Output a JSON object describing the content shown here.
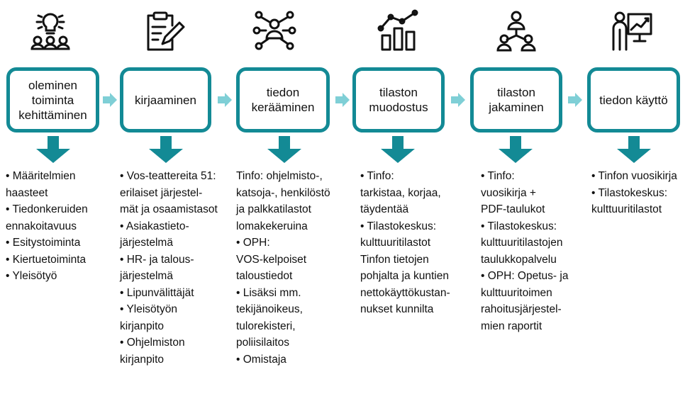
{
  "colors": {
    "accent": "#138a95",
    "arrow_light": "#7fcfd6",
    "icon_stroke": "#111111"
  },
  "steps": [
    {
      "icon": "lightbulb-people-icon",
      "label": "oleminen\ntoiminta\nkehittäminen",
      "items": [
        "• Määritelmien",
        "haasteet",
        "• Tiedonkeruiden",
        "ennakoitavuus",
        "• Esitystoiminta",
        "• Kiertuetoiminta",
        "• Yleisötyö"
      ]
    },
    {
      "icon": "clipboard-pen-icon",
      "label": "kirjaaminen",
      "items": [
        "• Vos-teattereita 51:",
        "erilaiset järjestel-",
        "mät ja osaamistasot",
        "• Asiakastieto-",
        "järjestelmä",
        "• HR- ja talous-",
        "järjestelmä",
        "• Lipunvälittäjät",
        "• Yleisötyön",
        "kirjanpito",
        "• Ohjelmiston",
        "kirjanpito"
      ]
    },
    {
      "icon": "network-person-icon",
      "label": "tiedon\nkerääminen",
      "items": [
        "Tinfo: ohjelmisto-,",
        "katsoja-, henkilöstö",
        "ja palkkatilastot",
        "lomakekeruina",
        "• OPH:",
        "VOS-kelpoiset",
        "taloustiedot",
        "• Lisäksi mm.",
        "tekijänoikeus,",
        "tulorekisteri,",
        "poliisilaitos",
        "• Omistaja"
      ]
    },
    {
      "icon": "chart-trend-icon",
      "label": "tilaston\nmuodostus",
      "items": [
        "• Tinfo:",
        "tarkistaa, korjaa,",
        "täydentää",
        "• Tilastokeskus:",
        "kulttuuritilastot",
        "Tinfon tietojen",
        "pohjalta ja kuntien",
        "nettokäyttökustan-",
        "nukset kunnilta"
      ]
    },
    {
      "icon": "people-hierarchy-icon",
      "label": "tilaston\njakaminen",
      "items": [
        "• Tinfo:",
        "vuosikirja +",
        "PDF-taulukot",
        "• Tilastokeskus:",
        "kulttuuritilastojen",
        "taulukkopalvelu",
        "• OPH: Opetus- ja",
        "kulttuuritoimen",
        "rahoitusjärjestel-",
        "mien raportit"
      ]
    },
    {
      "icon": "presenter-board-icon",
      "label": "tiedon käyttö",
      "items": [
        "• Tinfon vuosikirja",
        "• Tilastokeskus:",
        "kulttuuritilastot"
      ]
    }
  ]
}
